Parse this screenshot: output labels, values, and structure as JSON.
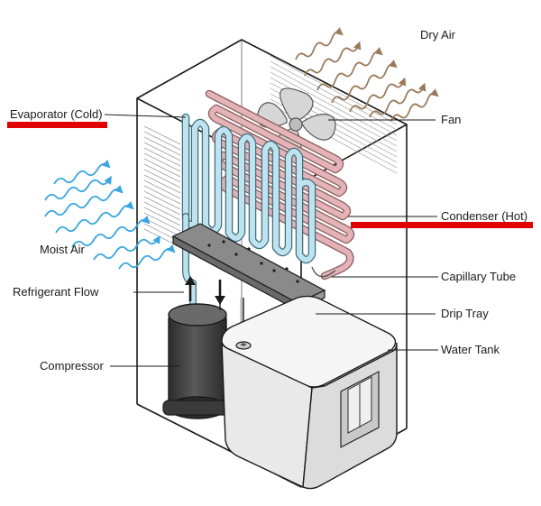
{
  "labels": {
    "dry_air": "Dry Air",
    "evaporator": "Evaporator (Cold)",
    "fan": "Fan",
    "condenser": "Condenser (Hot)",
    "moist_air": "Moist Air",
    "capillary_tube": "Capillary Tube",
    "refrigerant_flow": "Refrigerant Flow",
    "drip_tray": "Drip Tray",
    "water_tank": "Water Tank",
    "compressor": "Compressor"
  },
  "colors": {
    "moist_air_arrows": "#3aa6e0",
    "dry_air_arrows": "#9a7a5a",
    "evaporator_tube": "#bfe3ee",
    "condenser_tube": "#e3b3b7",
    "highlight_bar": "#e00000",
    "cabinet_outline": "#1a1a1a",
    "tank": "#f2f2f2",
    "compressor": "#4a4a4a",
    "drip_tray": "#8a8a8a"
  },
  "icons": [
    "fan-icon",
    "up-arrow-icon",
    "down-arrow-icon"
  ]
}
